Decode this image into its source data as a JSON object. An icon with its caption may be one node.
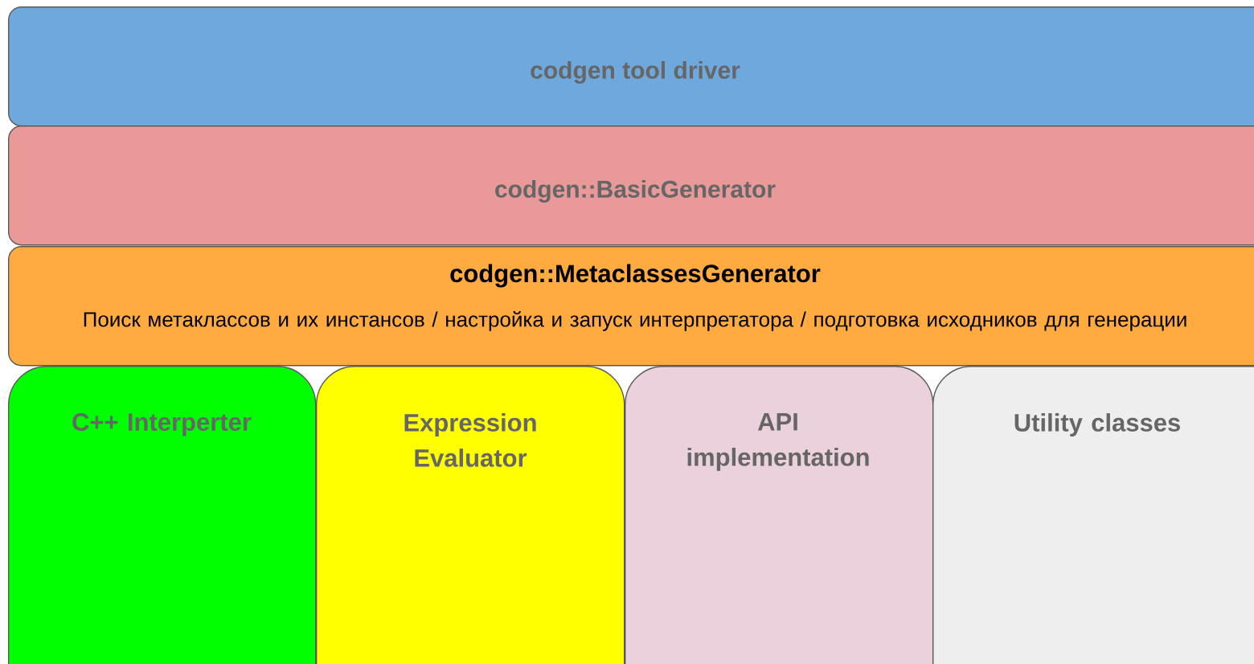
{
  "diagram": {
    "nodes": [
      {
        "text": [
          "codgen tool driver"
        ]
      },
      {
        "text": [
          "codgen::BasicGenerator"
        ]
      },
      {
        "text": [
          "codgen::MetaclassesGenerator",
          "Поиск метаклассов и их инстансов / настройка и запуск интерпретатора / подготовка исходников для генерации"
        ]
      },
      {
        "text": [
          "C++ Interperter"
        ]
      },
      {
        "text": [
          "Expression Evaluator"
        ]
      },
      {
        "text": [
          "API implementation"
        ]
      },
      {
        "text": [
          "Utility classes"
        ]
      }
    ]
  }
}
